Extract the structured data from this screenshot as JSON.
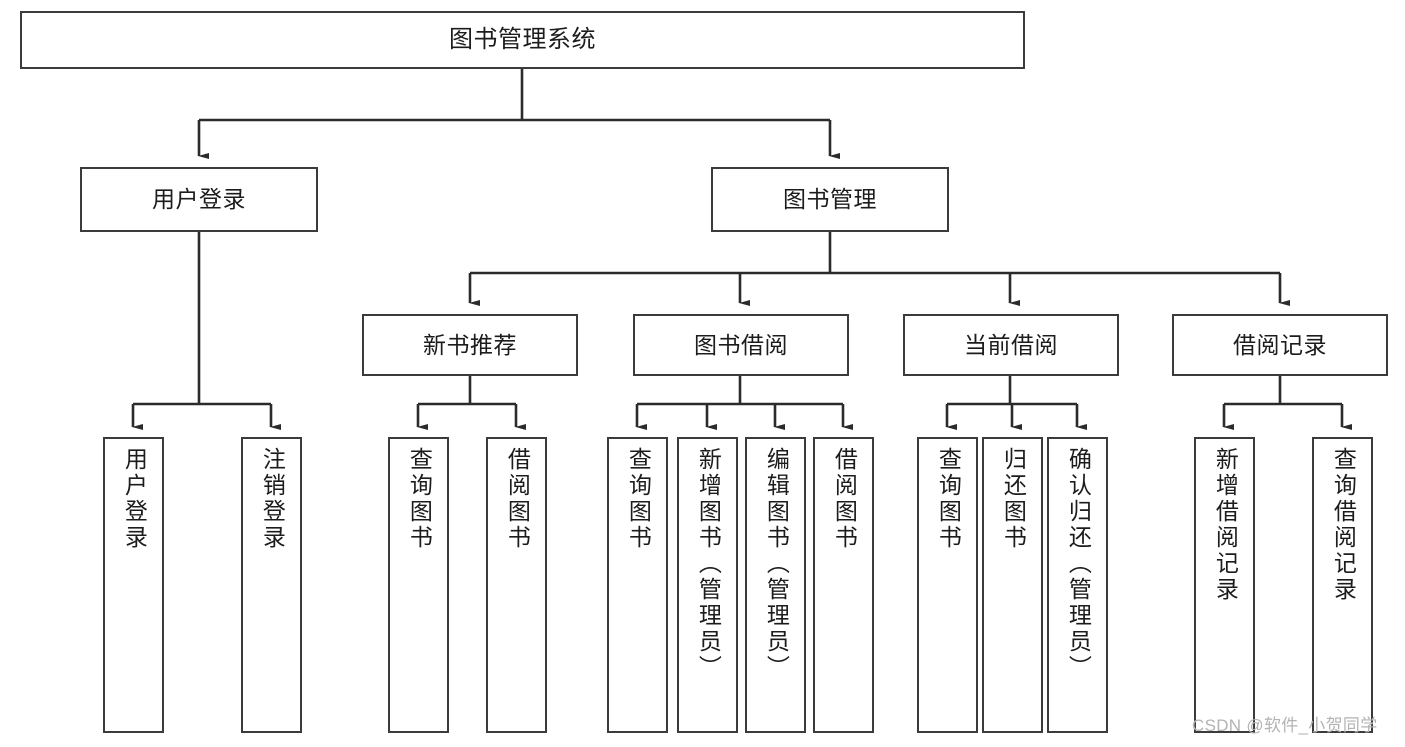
{
  "diagram": {
    "title": "图书管理系统",
    "type": "tree-hierarchy",
    "watermark": "CSDN @软件_小贺同学",
    "line_color": "#3b3b3b",
    "box_fill": "#ffffff",
    "text_color": "#1c1c1c"
  },
  "root": {
    "label": "图书管理系统"
  },
  "level2": [
    {
      "label": "用户登录"
    },
    {
      "label": "图书管理"
    }
  ],
  "level3": [
    {
      "label": "新书推荐"
    },
    {
      "label": "图书借阅"
    },
    {
      "label": "当前借阅"
    },
    {
      "label": "借阅记录"
    }
  ],
  "leaves": {
    "user_login": [
      {
        "label": "用户登录"
      },
      {
        "label": "注销登录"
      }
    ],
    "new_book": [
      {
        "label": "查询图书"
      },
      {
        "label": "借阅图书"
      }
    ],
    "book_borrow": [
      {
        "label": "查询图书"
      },
      {
        "label": "新增图书（管理员）"
      },
      {
        "label": "编辑图书（管理员）"
      },
      {
        "label": "借阅图书"
      }
    ],
    "current_borrow": [
      {
        "label": "查询图书"
      },
      {
        "label": "归还图书"
      },
      {
        "label": "确认归还（管理员）"
      }
    ],
    "borrow_record": [
      {
        "label": "新增借阅记录"
      },
      {
        "label": "查询借阅记录"
      }
    ]
  }
}
